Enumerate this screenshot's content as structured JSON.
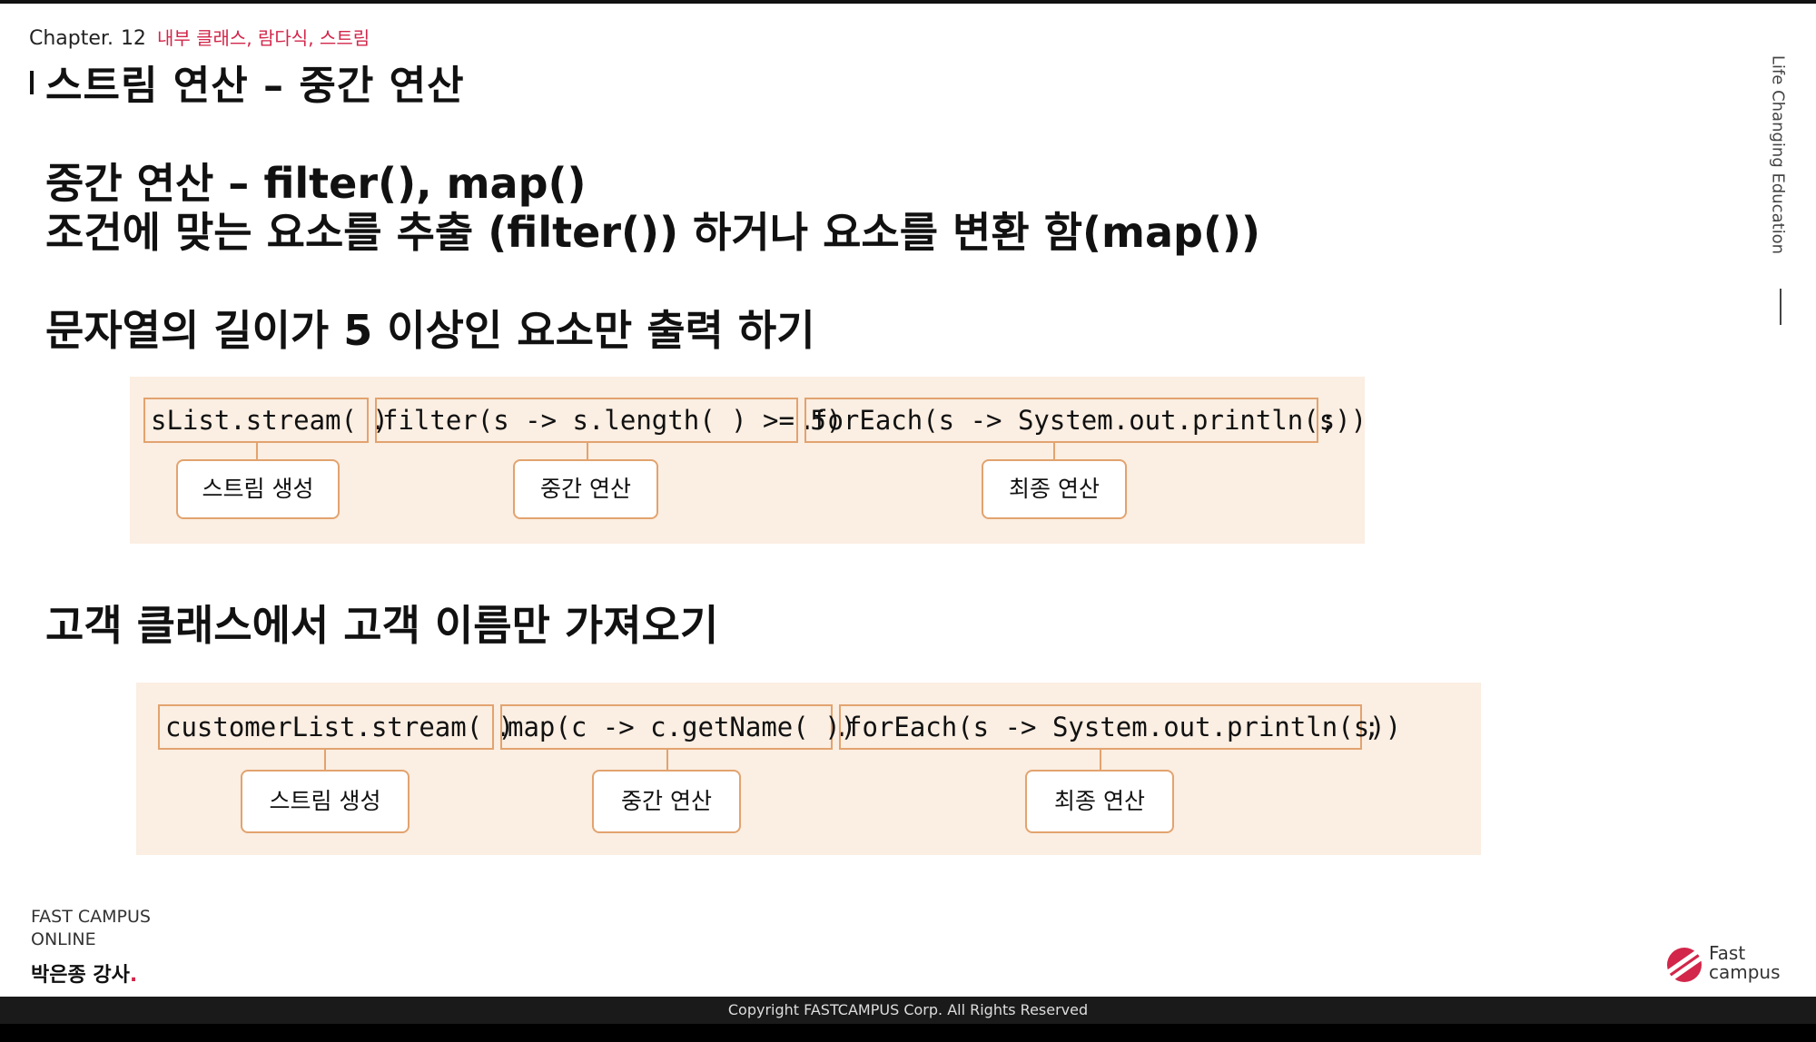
{
  "header": {
    "chapter_label": "Chapter.",
    "chapter_number": "12",
    "chapter_subtitle": "내부 클래스, 람다식, 스트림",
    "title": "스트림 연산 – 중간 연산"
  },
  "body": {
    "line1": "중간 연산 – filter(), map()",
    "line2": "조건에 맞는 요소를 추출 (filter()) 하거나 요소를 변환 함(map())",
    "section1_heading": "문자열의 길이가 5 이상인 요소만 출력 하기",
    "section2_heading": "고객 클래스에서 고객 이름만 가져오기"
  },
  "diagram1": {
    "segments": [
      "sList.stream( )",
      "filter(s -> s.length( ) >= 5)",
      "forEach(s -> System.out.println(s))"
    ],
    "dot": ".",
    "semicolon": ";",
    "labels": [
      "스트림 생성",
      "중간 연산",
      "최종 연산"
    ]
  },
  "diagram2": {
    "segments": [
      "customerList.stream( )",
      "map(c -> c.getName( ))",
      "forEach(s -> System.out.println(s))"
    ],
    "dot": ".",
    "semicolon": ";",
    "labels": [
      "스트림 생성",
      "중간 연산",
      "최종 연산"
    ]
  },
  "sidebar": {
    "tagline": "Life Changing Education"
  },
  "footer_left": {
    "line1": "FAST CAMPUS",
    "line2": "ONLINE",
    "lecturer": "박은종 강사",
    "lecturer_dot": "."
  },
  "logo": {
    "line1": "Fast",
    "line2": "campus"
  },
  "copyright": "Copyright FASTCAMPUS Corp. All Rights Reserved",
  "colors": {
    "accent": "#d2264a",
    "code_bg": "#fbeee2",
    "code_border": "#e2a36f"
  }
}
